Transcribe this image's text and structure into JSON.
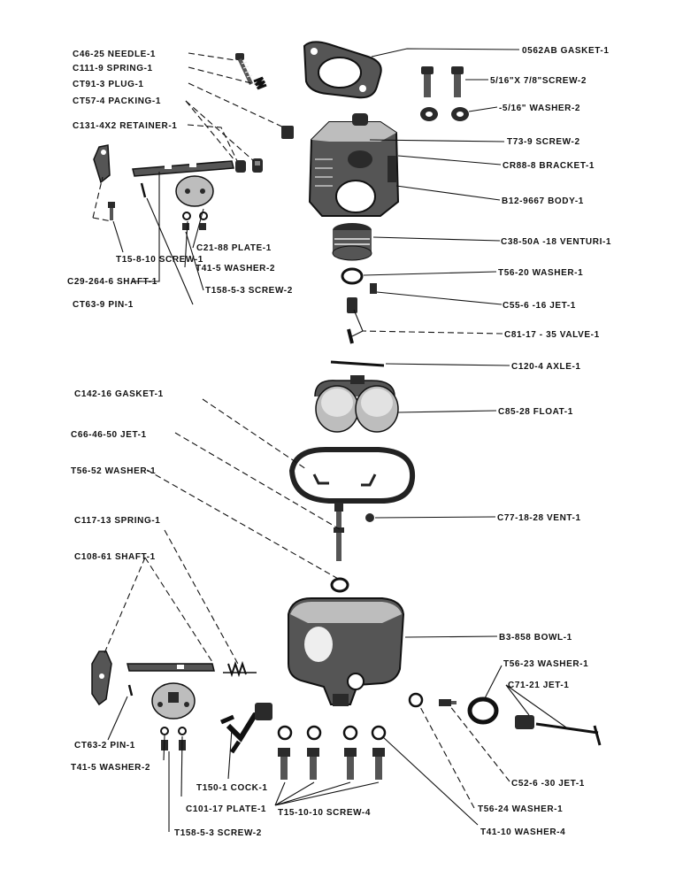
{
  "parts": [
    {
      "id": "needle",
      "label": "C46-25 NEEDLE-1"
    },
    {
      "id": "spring_top",
      "label": "C111-9 SPRING-1"
    },
    {
      "id": "plug",
      "label": "CT91-3 PLUG-1"
    },
    {
      "id": "packing",
      "label": "CT57-4 PACKING-1"
    },
    {
      "id": "retainer",
      "label": "C131-4X2 RETAINER-1"
    },
    {
      "id": "gasket_top",
      "label": "0562AB GASKET-1"
    },
    {
      "id": "screw_516",
      "label_a": "5/16\"X 7/8\"SCREW-2",
      "label_b": ""
    },
    {
      "id": "washer_516",
      "label": "-5/16\" WASHER-2"
    },
    {
      "id": "screw_t73",
      "label": "T73-9 SCREW-2"
    },
    {
      "id": "bracket",
      "label": "CR88-8 BRACKET-1"
    },
    {
      "id": "body",
      "label": "B12-9667 BODY-1"
    },
    {
      "id": "screw_t15_8",
      "label": "T15-8-10 SCREW-1"
    },
    {
      "id": "plate_c21",
      "label": "C21-88 PLATE-1"
    },
    {
      "id": "washer_t41_top",
      "label": "T41-5 WASHER-2"
    },
    {
      "id": "shaft_c29",
      "label": "C29-264-6 SHAFT-1"
    },
    {
      "id": "screw_t158_top",
      "label": "T158-5-3 SCREW-2"
    },
    {
      "id": "pin_top",
      "label": "CT63-9 PIN-1"
    },
    {
      "id": "venturi",
      "label": "C38-50A -18 VENTURI-1"
    },
    {
      "id": "washer_t56_20",
      "label": "T56-20 WASHER-1"
    },
    {
      "id": "jet_c55",
      "label": "C55-6 -16 JET-1"
    },
    {
      "id": "valve",
      "label": "C81-17 - 35 VALVE-1"
    },
    {
      "id": "axle",
      "label": "C120-4 AXLE-1"
    },
    {
      "id": "gasket_c142",
      "label": "C142-16 GASKET-1"
    },
    {
      "id": "float",
      "label": "C85-28 FLOAT-1"
    },
    {
      "id": "jet_c66",
      "label": "C66-46-50 JET-1"
    },
    {
      "id": "washer_t56_52",
      "label": "T56-52 WASHER-1"
    },
    {
      "id": "vent",
      "label": "C77-18-28 VENT-1"
    },
    {
      "id": "spring_c117",
      "label": "C117-13 SPRING-1"
    },
    {
      "id": "shaft_c108",
      "label": "C108-61 SHAFT-1"
    },
    {
      "id": "bowl",
      "label": "B3-858 BOWL-1"
    },
    {
      "id": "washer_t56_23",
      "label": "T56-23 WASHER-1"
    },
    {
      "id": "jet_c71",
      "label": "C71-21 JET-1"
    },
    {
      "id": "pin_bottom",
      "label": "CT63-2 PIN-1"
    },
    {
      "id": "washer_t41_bottom",
      "label": "T41-5 WASHER-2"
    },
    {
      "id": "cock",
      "label": "T150-1 COCK-1"
    },
    {
      "id": "plate_c101",
      "label": "C101-17 PLATE-1"
    },
    {
      "id": "screw_t158_bottom",
      "label": "T158-5-3 SCREW-2"
    },
    {
      "id": "screw_t15_10",
      "label": "T15-10-10 SCREW-4"
    },
    {
      "id": "jet_c52",
      "label": "C52-6 -30 JET-1"
    },
    {
      "id": "washer_t56_24",
      "label": "T56-24 WASHER-1"
    },
    {
      "id": "washer_t41_10",
      "label": "T41-10 WASHER-4"
    }
  ]
}
